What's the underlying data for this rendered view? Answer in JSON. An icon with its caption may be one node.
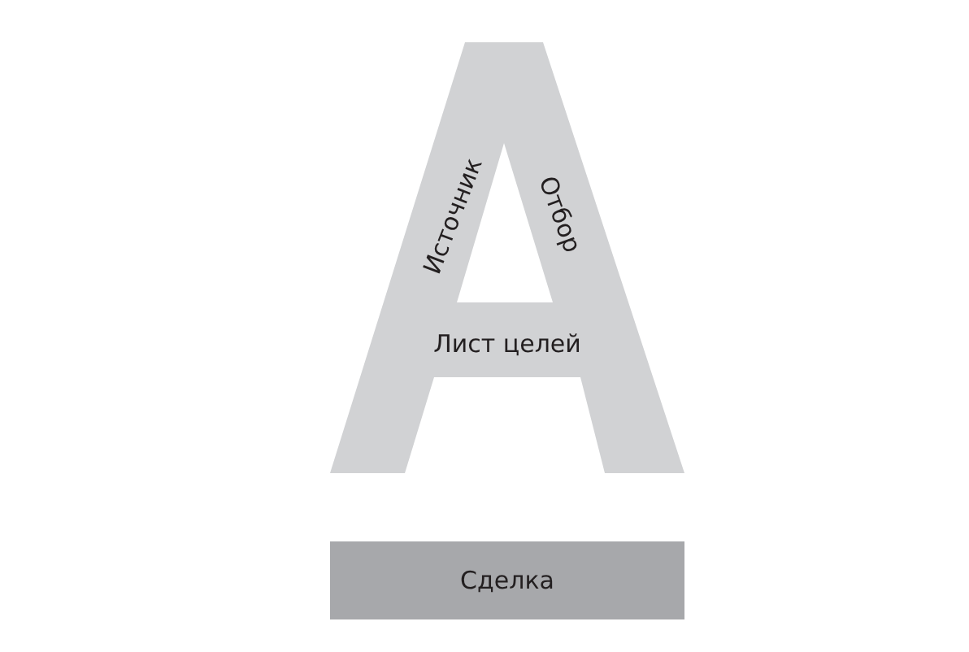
{
  "diagram": {
    "nodes": [
      {
        "text": [
          "Источник",
          "Отбор",
          "Лист целей"
        ]
      },
      {
        "text": [
          "Сделка"
        ]
      }
    ]
  }
}
